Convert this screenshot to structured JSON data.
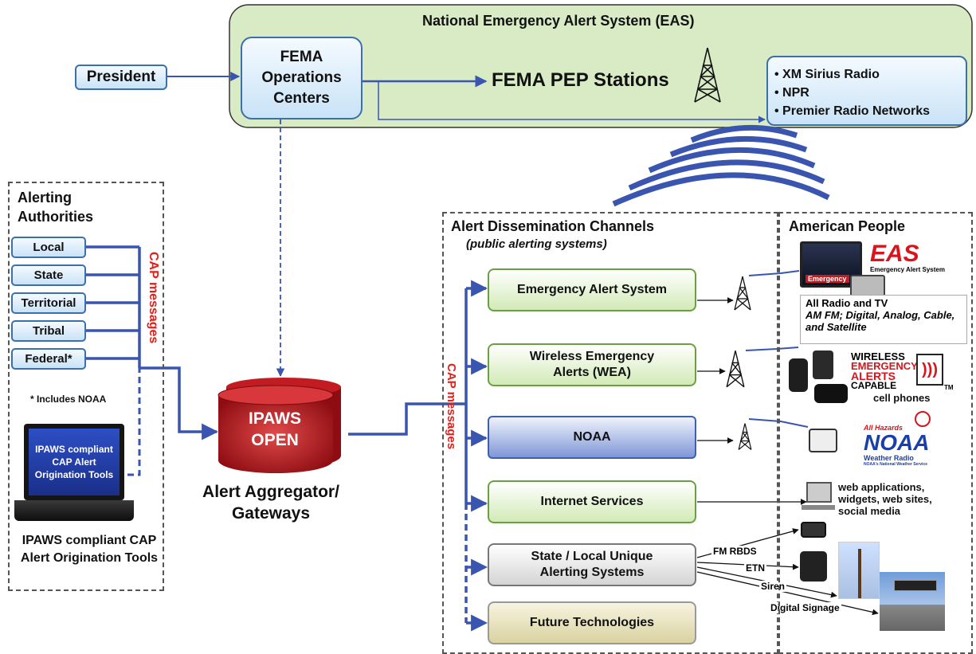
{
  "eas": {
    "title": "National Emergency Alert System (EAS)",
    "president": "President",
    "fema_ops": "FEMA Operations Centers",
    "pep": "FEMA PEP Stations",
    "radio_networks": [
      "XM Sirius Radio",
      "NPR",
      "Premier Radio Networks"
    ]
  },
  "authorities": {
    "title": "Alerting Authorities",
    "items": [
      "Local",
      "State",
      "Territorial",
      "Tribal",
      "Federal*"
    ],
    "note": "* Includes NOAA",
    "cap_label": "CAP messages",
    "laptop_screen": "IPAWS compliant CAP Alert Origination Tools",
    "laptop_caption": "IPAWS compliant CAP Alert Origination Tools"
  },
  "aggregator": {
    "disk_label": "IPAWS OPEN",
    "caption": "Alert Aggregator/ Gateways",
    "cap_label": "CAP messages"
  },
  "channels": {
    "title": "Alert Dissemination Channels",
    "subtitle": "(public alerting systems)",
    "items": [
      "Emergency Alert System",
      "Wireless Emergency Alerts (WEA)",
      "NOAA",
      "Internet Services",
      "State / Local Unique Alerting Systems",
      "Future Technologies"
    ],
    "local_links": [
      "FM RBDS",
      "ETN",
      "Siren",
      "Digital Signage"
    ]
  },
  "people": {
    "title": "American People",
    "eas_logo": "EAS",
    "eas_logo_sub": "Emergency Alert System",
    "tv_label": "Emergency",
    "radio_tv": "All Radio and TV",
    "radio_tv_detail": "AM FM; Digital, Analog, Cable, and Satellite",
    "wea_logo": [
      "WIRELESS",
      "EMERGENCY",
      "ALERTS",
      "CAPABLE"
    ],
    "tm": "TM",
    "cell": "cell phones",
    "noaa_all_hazards": "All Hazards",
    "noaa_logo": "NOAA",
    "noaa_weather_radio": "Weather Radio",
    "noaa_service": "NOAA's National Weather Service",
    "web": "web applications, widgets, web sites, social media"
  },
  "colors": {
    "line": "#3a55b0",
    "cap_red": "#e0201a",
    "eas_green": "#d8ebc4",
    "disk_red": "#b8141c"
  }
}
